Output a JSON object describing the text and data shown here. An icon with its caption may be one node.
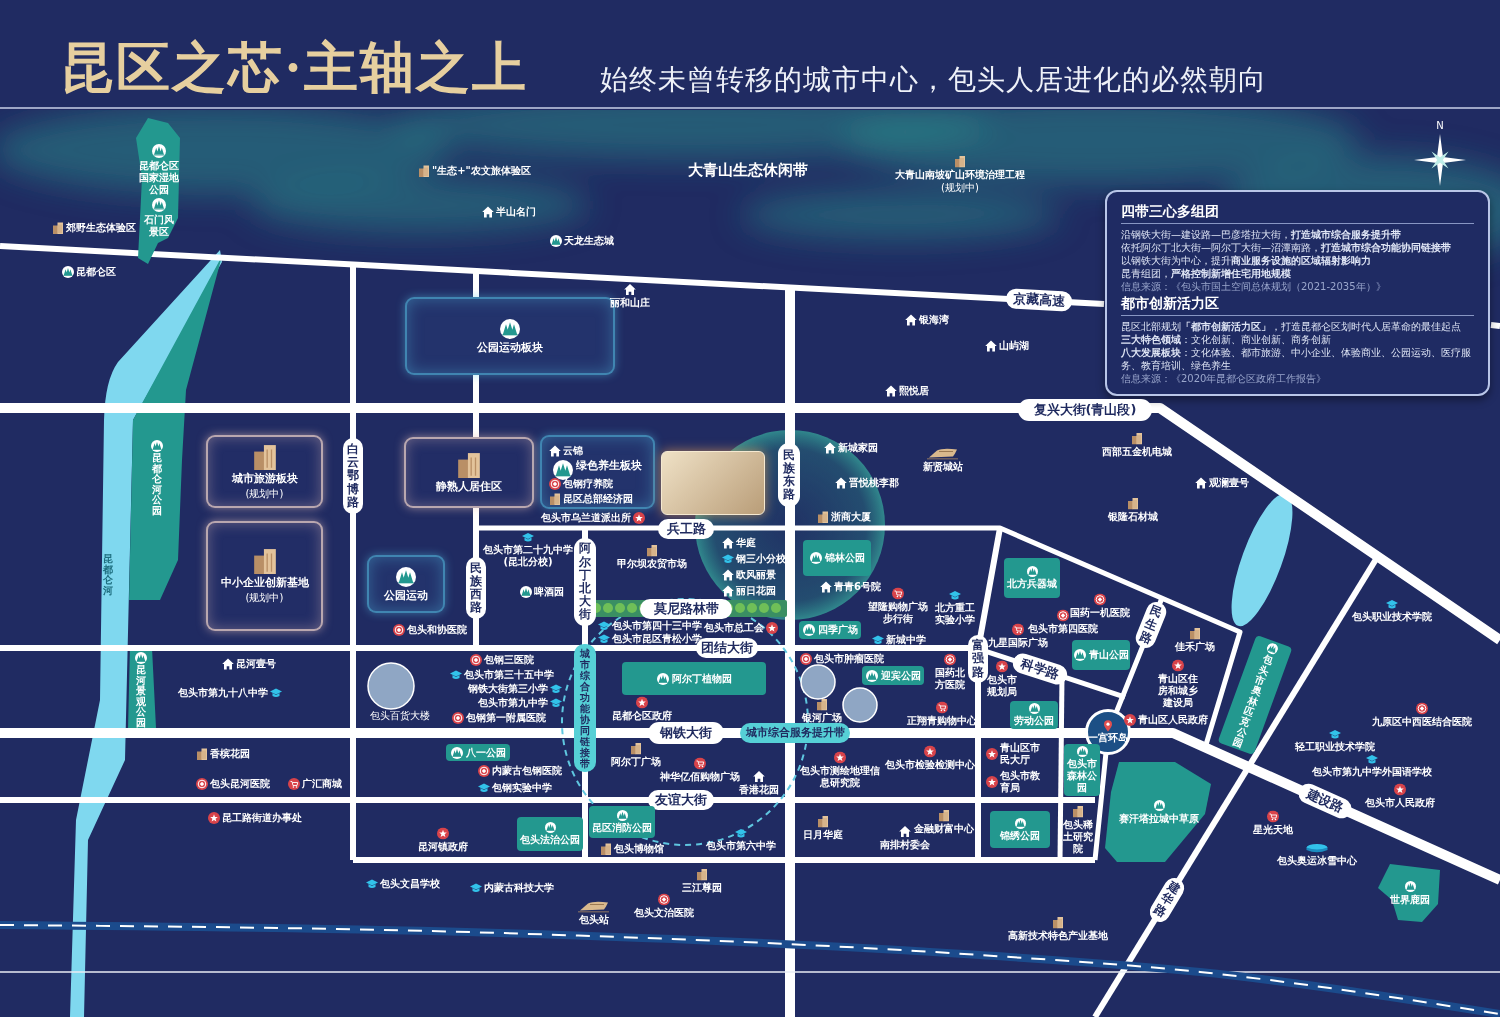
{
  "diagram": {
    "title": "昆区之芯·主轴之上",
    "nodes": [
      {
        "text": [
          "昆都仑区国家湿地公园",
          "石门风景区"
        ]
      },
      {
        "text": [
          "公园运动板块"
        ]
      },
      {
        "text": [
          "京藏高速"
        ]
      },
      {
        "text": [
          "四带三心多组团",
          "沿钢铁大街—建设路—巴彦塔拉大街，**打造城市综合服务提升带**",
          "依托阿尔丁北大街—阿尔丁大街—沼潭南路，**打造城市综合功能协同链接带**",
          "以钢铁大街为中心，提升**商业服务设施的区域辐射影响力**",
          "昆青组团，**严格控制新增住宅用地规模**",
          "信息来源：《包头市国土空间总体规划（2021-2035年）》",
          "都市创新活力区",
          "昆区北部规划**「都市创新活力区」**，打造昆都仑区划时代人居革命的最佳起点",
          "**三大特色领域**：文化创新、商业创新、商务创新",
          "**八大发展板块**：文化体验、都市旅游、中小企业、体验商业、公园运动、医疗服务、教育培训、绿色养生",
          "信息来源：《2020年昆都仑区政府工作报告》"
        ]
      },
      {
        "text": [
          "复兴大街(青山段)"
        ]
      },
      {
        "text": [
          "城市旅游板块",
          "(规划中)"
        ]
      },
      {
        "text": [
          "白云鄂博路"
        ]
      },
      {
        "text": [
          "静熟人居住区"
        ]
      },
      {
        "text": [
          "绿色养生板块"
        ]
      },
      {
        "text": [],
        "shape": "box"
      },
      {
        "text": [
          "民族东路"
        ]
      },
      {
        "text": [
          "兵工路"
        ]
      },
      {
        "text": [
          "中小企业创新基地",
          "(规划中)"
        ]
      },
      {
        "text": [
          "公园运动"
        ]
      },
      {
        "text": [
          "民族西路"
        ]
      },
      {
        "text": [
          "阿尔丁北大街"
        ]
      },
      {
        "text": [
          "锦林公园"
        ]
      },
      {
        "text": [
          "北方兵器城"
        ]
      },
      {
        "text": [
          "莫尼路林带"
        ]
      },
      {
        "text": [
          "四季广场"
        ]
      },
      {
        "text": [
          "团结大街"
        ]
      },
      {
        "text": [
          "城市综合功能协同链接带"
        ]
      },
      {
        "text": [
          "阿尔丁植物园"
        ]
      },
      {
        "text": [
          "迎宾公园"
        ]
      },
      {
        "text": [
          "富强路"
        ]
      },
      {
        "text": [
          "青山公园"
        ]
      },
      {
        "text": [
          "民生路"
        ]
      },
      {
        "text": [
          "科学路"
        ]
      },
      {
        "text": [
          "劳动公园"
        ]
      },
      {
        "text": [
          "包头市奥林匹克公园"
        ]
      },
      {
        "text": [
          "建华路"
        ]
      },
      {
        "text": [
          "钢铁大街"
        ]
      },
      {
        "text": [
          "城市综合服务提升带"
        ]
      },
      {
        "text": [
          "一宫环岛"
        ]
      },
      {
        "text": [
          "八一公园"
        ]
      },
      {
        "text": [
          "包头市森林公园"
        ]
      },
      {
        "text": [
          "友谊大街"
        ]
      },
      {
        "text": [
          "赛汗塔拉城中草原"
        ]
      },
      {
        "text": [
          "建设路"
        ]
      },
      {
        "text": [
          "昆区消防公园"
        ]
      },
      {
        "text": [
          "包头法治公园"
        ]
      },
      {
        "text": [
          "锦绣公园"
        ]
      },
      {
        "text": [
          "世界鹿园"
        ]
      }
    ],
    "labels": [
      "始终未曾转移的城市中心，包头人居进化的必然朝向",
      "大青山生态休闲带",
      "N",
      "\"生态+\"农文旅体验区",
      "郊野生态体验区",
      "昆都仑区",
      "半山名门",
      "天龙生态城",
      "大青山南坡矿山环境治理工程",
      "(规划中)",
      "丽和山庄",
      "银海湾",
      "山屿湖",
      "熙悦居",
      "新城家园",
      "新贤城站",
      "西部五金机电城",
      "晋悦桃李郡",
      "观澜壹号",
      "浙商大厦",
      "银隆石材城",
      "云锦",
      "包钢疗养院",
      "昆区总部经济园",
      "包头市乌兰道派出所",
      "包头市第二十九中学(昆北分校)",
      "啤酒园",
      "甲尔坝农贸市场",
      "华庭",
      "钢三小分校",
      "欧风丽景",
      "丽日花园",
      "青青6号院",
      "望隆购物广场步行街",
      "北方重工实验小学",
      "新城中学",
      "包头市第四十三中学",
      "包头市昆区青松小学",
      "包头市总工会",
      "包头市肿瘤医院",
      "银河广场",
      "国药北方医院",
      "正翔青购物中心",
      "包头和协医院",
      "昆河壹号",
      "包头市第九十八中学",
      "包头百货大楼",
      "包钢三医院",
      "包头市第三十五中学",
      "钢铁大街第三小学",
      "包头市第九中学",
      "包钢第一附属医院",
      "昆都仑区政府",
      "香槟花园",
      "包头昆河医院",
      "广汇商城",
      "内蒙古包钢医院",
      "包钢实验中学",
      "阿尔丁广场",
      "神华亿佰购物广场",
      "香港花园",
      "包头市测绘地理信息研究院",
      "包头市检验检测中心",
      "昆工路街道办事处",
      "昆河镇政府",
      "包头博物馆",
      "包头市第六中学",
      "日月华庭",
      "金融财富中心",
      "南排村委会",
      "包头文昌学校",
      "内蒙古科技大学",
      "包头站",
      "包头文治医院",
      "三江尊园",
      "高新技术特色产业基地",
      "佳禾广场",
      "国药一机医院",
      "九星国际广场",
      "包头市第四医院",
      "包头市规划局",
      "青山区住房和城乡建设局",
      "青山区人民政府",
      "青山区市民大厅",
      "包头市教育局",
      "包头稀土研究院",
      "包头职业技术学院",
      "九原区中西医结合医院",
      "轻工职业技术学院",
      "包头市第九中学外国语学校",
      "包头市人民政府",
      "星光天地",
      "包头奥运冰雪中心",
      "昆都仑河",
      "昆都仑河公园",
      "昆河景观公园"
    ]
  }
}
